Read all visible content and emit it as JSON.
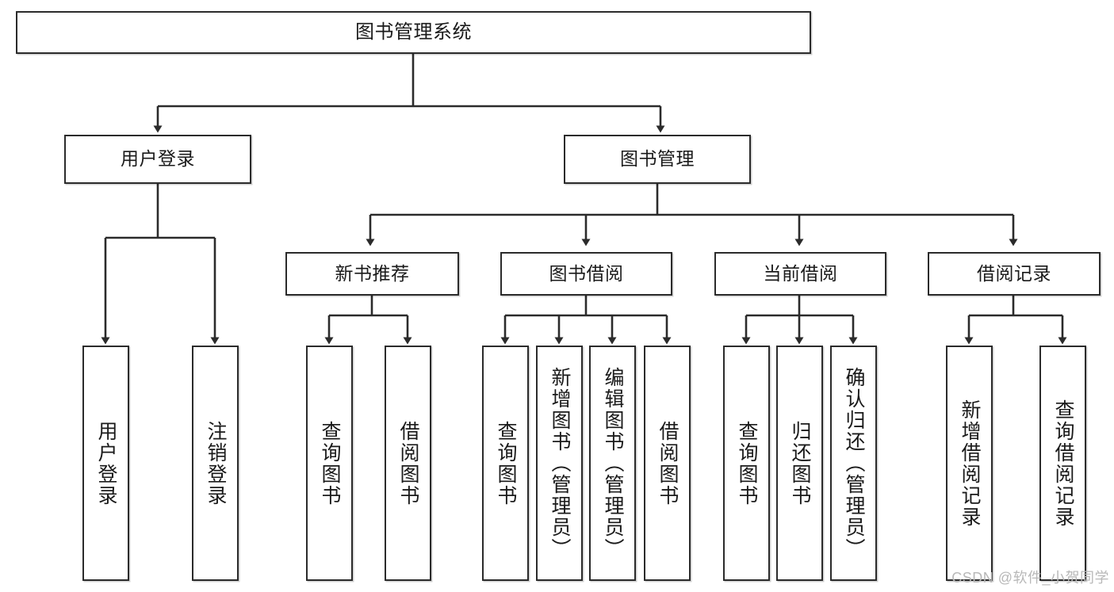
{
  "diagram": {
    "title": "图书管理系统",
    "type": "tree",
    "watermark": "CSDN @软件_小贺同学",
    "colors": {
      "stroke": "#2b2b2b",
      "fill": "#ffffff",
      "text": "#1a1a1a",
      "watermark": "#b8b8b8"
    },
    "nodes": {
      "root": {
        "label": "图书管理系统"
      },
      "level2": [
        {
          "label": "用户登录"
        },
        {
          "label": "图书管理"
        }
      ],
      "level3": [
        {
          "label": "新书推荐"
        },
        {
          "label": "图书借阅"
        },
        {
          "label": "当前借阅"
        },
        {
          "label": "借阅记录"
        }
      ],
      "leaves": {
        "user_login": [
          {
            "label": "用户登录"
          },
          {
            "label": "注销登录"
          }
        ],
        "new_book": [
          {
            "label": "查询图书"
          },
          {
            "label": "借阅图书"
          }
        ],
        "borrow": [
          {
            "label": "查询图书"
          },
          {
            "label": "新增图书（管理员）"
          },
          {
            "label": "编辑图书（管理员）"
          },
          {
            "label": "借阅图书"
          }
        ],
        "current": [
          {
            "label": "查询图书"
          },
          {
            "label": "归还图书"
          },
          {
            "label": "确认归还（管理员）"
          }
        ],
        "records": [
          {
            "label": "新增借阅记录"
          },
          {
            "label": "查询借阅记录"
          }
        ]
      }
    }
  }
}
